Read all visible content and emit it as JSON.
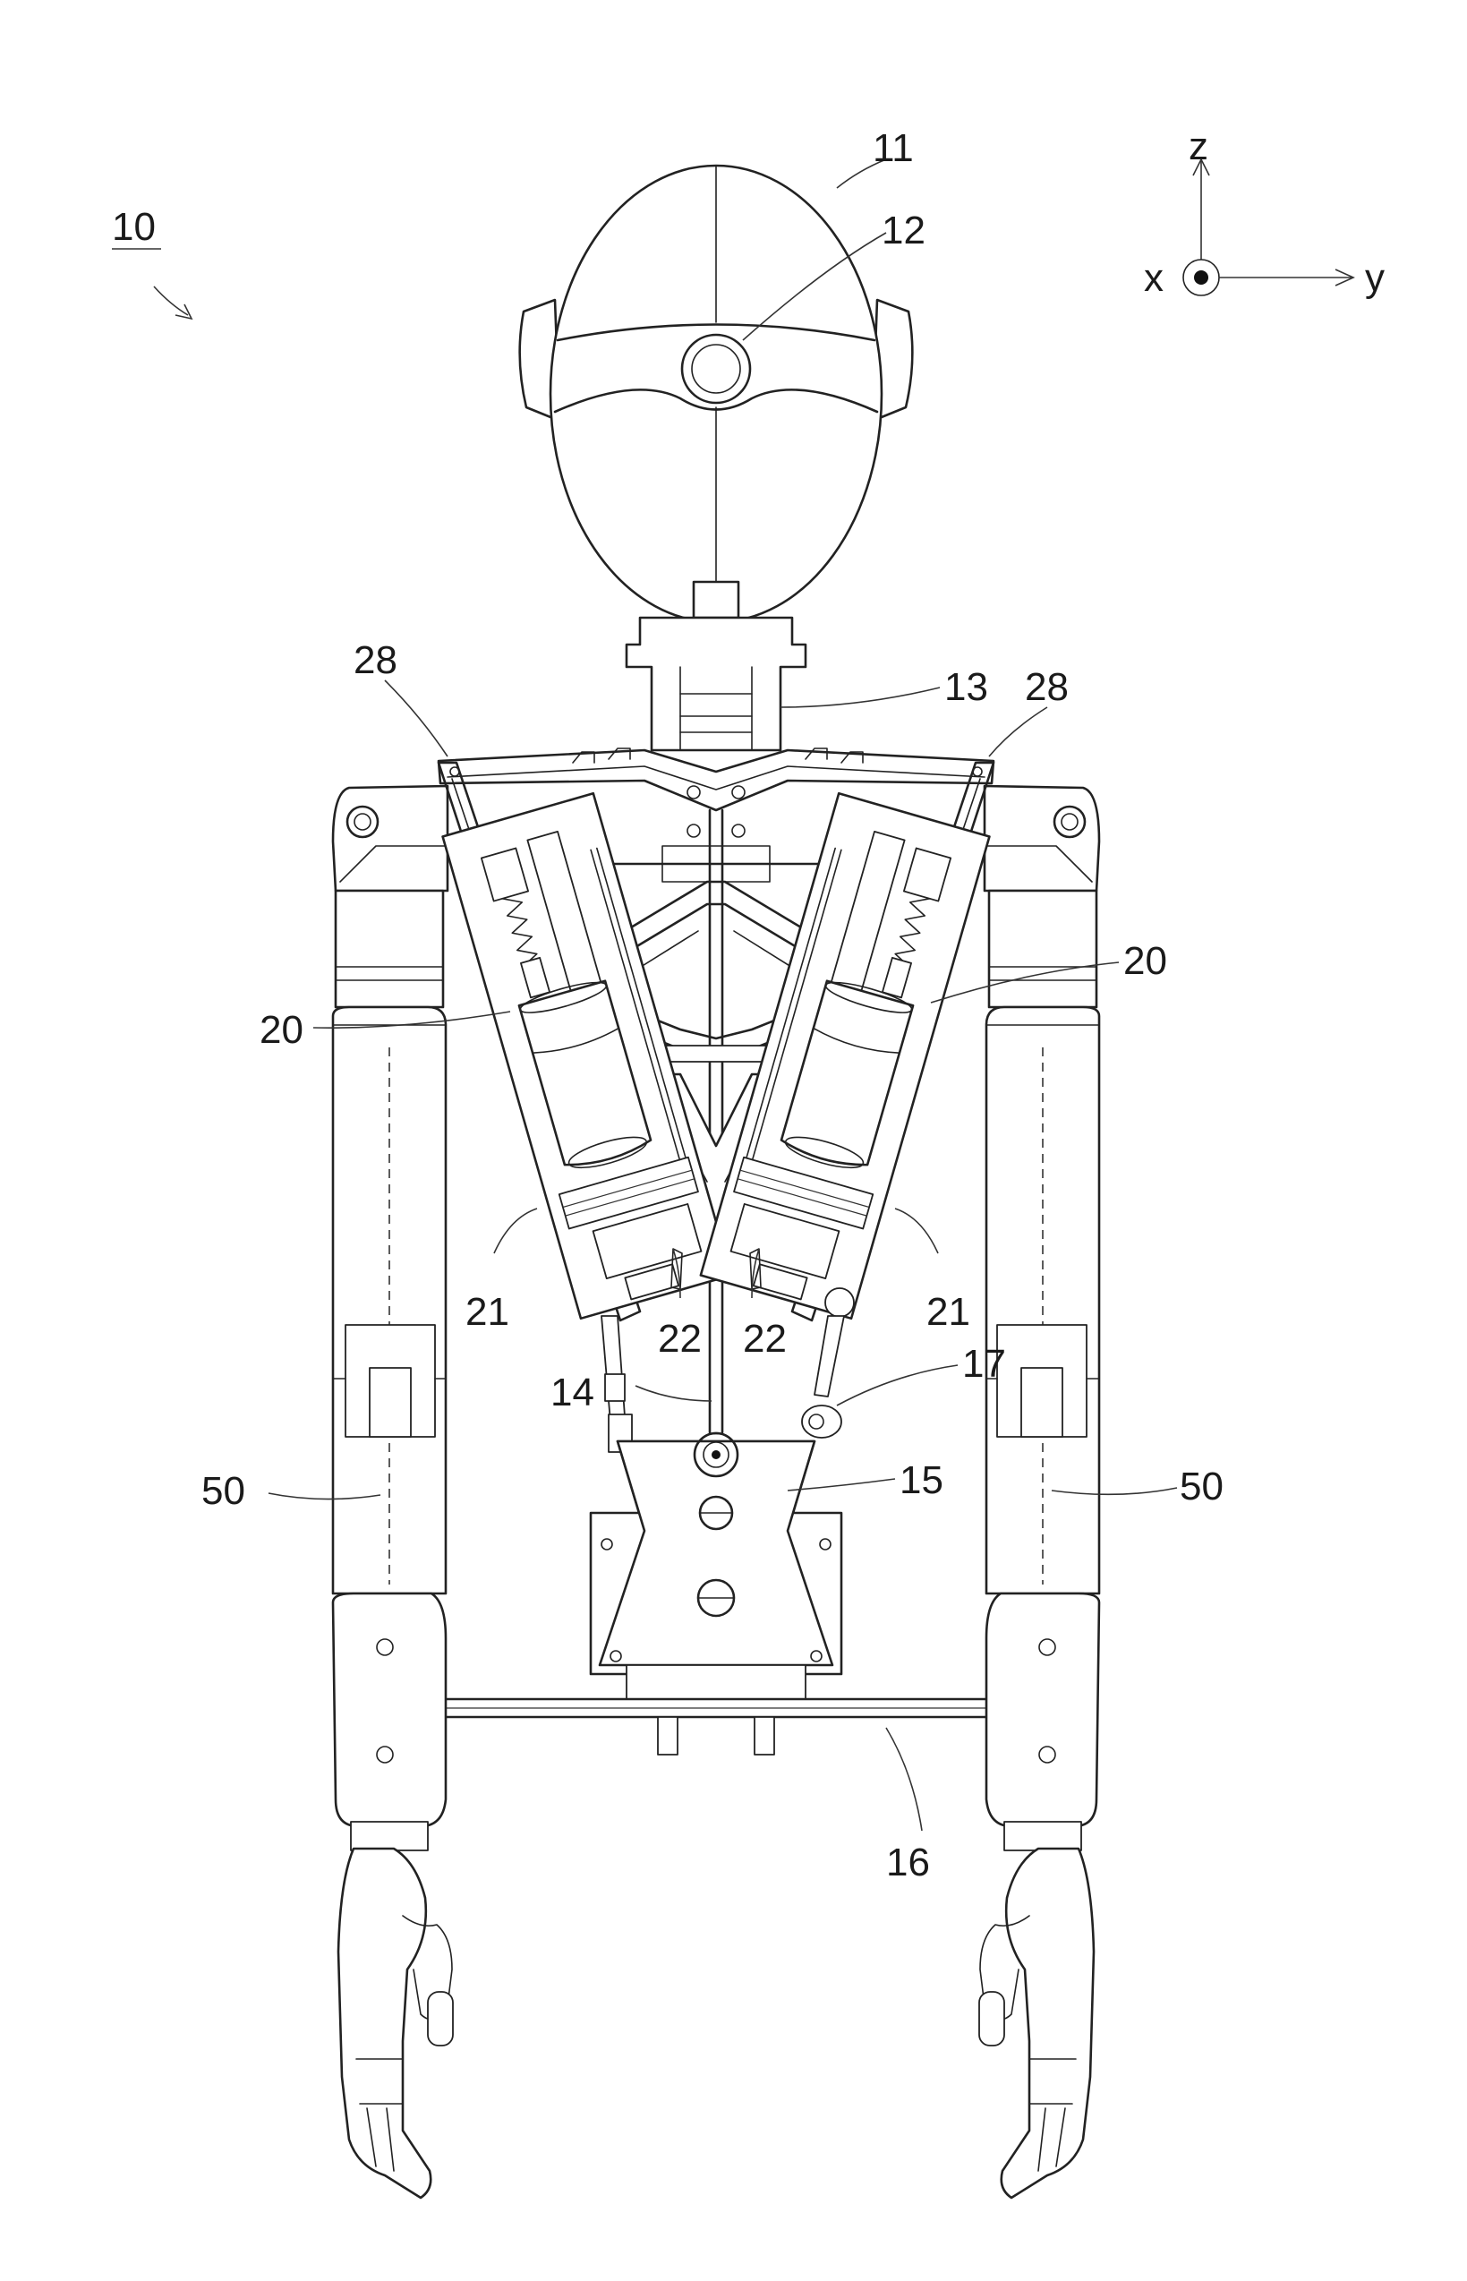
{
  "figure": {
    "labels": {
      "l10": "10",
      "l11": "11",
      "l12": "12",
      "l13": "13",
      "l14": "14",
      "l15": "15",
      "l16": "16",
      "l17": "17",
      "l20_left": "20",
      "l20_right": "20",
      "l21_left": "21",
      "l21_right": "21",
      "l22_left": "22",
      "l22_right": "22",
      "l28_left": "28",
      "l28_right": "28",
      "l50_left": "50",
      "l50_right": "50"
    },
    "axes": {
      "z": "z",
      "x": "x",
      "y": "y"
    }
  }
}
